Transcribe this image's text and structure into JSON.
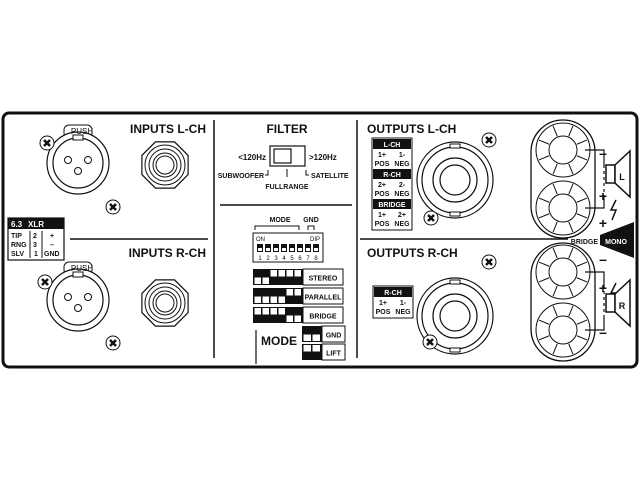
{
  "inputs": {
    "left_title": "INPUTS L-CH",
    "right_title": "INPUTS R-CH",
    "push_label": "PUSH",
    "pin_table": {
      "header": [
        "6.3",
        "XLR"
      ],
      "rows": [
        [
          "TIP",
          "2",
          "+"
        ],
        [
          "RNG",
          "3",
          "–"
        ],
        [
          "SLV",
          "1",
          "GND"
        ]
      ]
    }
  },
  "filter": {
    "title": "FILTER",
    "low": "<120Hz",
    "high": ">120Hz",
    "subwoofer": "SUBWOOFER",
    "satellite": "SATELLITE",
    "fullrange": "FULLRANGE"
  },
  "dip": {
    "mode_bracket": "MODE",
    "gnd_bracket": "GND",
    "on": "ON",
    "dip": "DIP",
    "numbers": [
      "1",
      "2",
      "3",
      "4",
      "5",
      "6",
      "7",
      "8"
    ],
    "modes": [
      {
        "label": "STEREO",
        "switches": [
          "d",
          "d",
          "u",
          "u",
          "u",
          "u"
        ]
      },
      {
        "label": "PARALLEL",
        "switches": [
          "d",
          "d",
          "d",
          "d",
          "u",
          "u"
        ]
      },
      {
        "label": "BRIDGE",
        "switches": [
          "u",
          "u",
          "u",
          "u",
          "d",
          "d"
        ]
      }
    ],
    "mode_label": "MODE",
    "gnd_options": [
      {
        "label": "GND",
        "switches": [
          "d",
          "d"
        ]
      },
      {
        "label": "LIFT",
        "switches": [
          "u",
          "u"
        ]
      }
    ]
  },
  "outputs": {
    "left_title": "OUTPUTS L-CH",
    "right_title": "OUTPUTS R-CH",
    "left_table": [
      {
        "header": "L-CH",
        "pins": [
          "1+",
          "1-"
        ],
        "pol": [
          "POS",
          "NEG"
        ]
      },
      {
        "header": "R-CH",
        "pins": [
          "2+",
          "2-"
        ],
        "pol": [
          "POS",
          "NEG"
        ]
      },
      {
        "header": "BRIDGE",
        "pins": [
          "1+",
          "2+"
        ],
        "pol": [
          "POS",
          "NEG"
        ]
      }
    ],
    "right_table": [
      {
        "header": "R-CH",
        "pins": [
          "1+",
          "1-"
        ],
        "pol": [
          "POS",
          "NEG"
        ]
      }
    ],
    "bridge_label": "BRIDGE",
    "mono_label": "MONO",
    "speaker_left": "L",
    "speaker_right": "R",
    "minus": "–",
    "plus": "+"
  }
}
